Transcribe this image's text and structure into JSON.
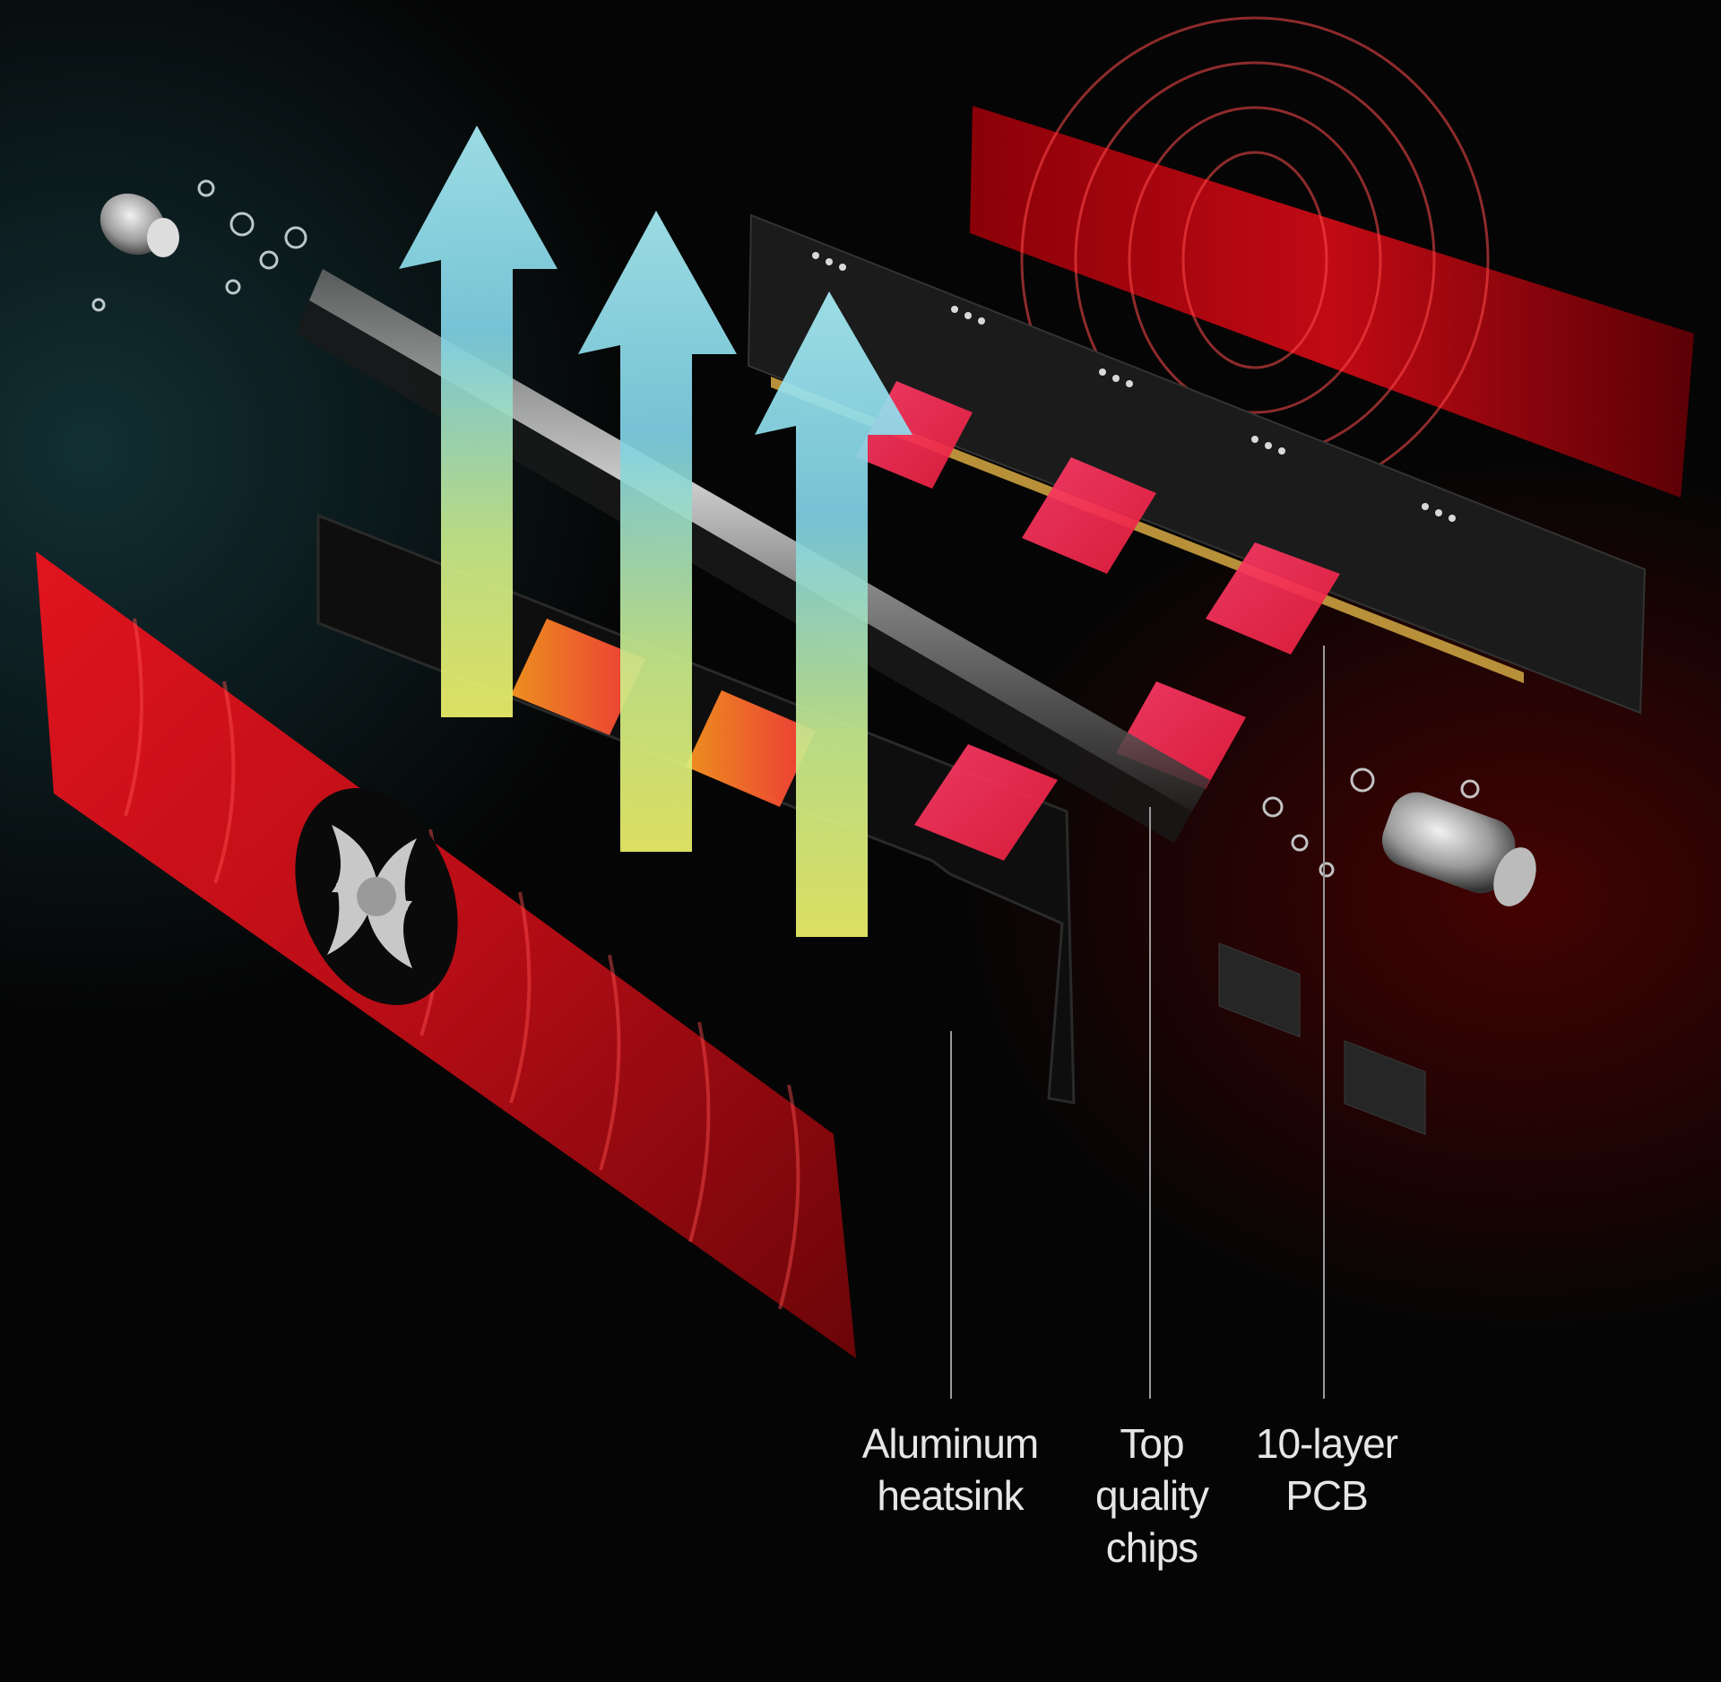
{
  "image": {
    "description": "Exploded view of red DDR4 memory module with aluminum heatsink, chips and PCB",
    "colors": {
      "background": "#050505",
      "heatsink_red": "#c4101a",
      "heat_arrow_top": "#8fe3ef",
      "heat_arrow_bottom": "#e8f06a",
      "heat_band": "#f0305a",
      "pcb": "#1b1b1b",
      "label_text": "#e6e6e6",
      "callout_line": "#9a9a9a"
    }
  },
  "callouts": [
    {
      "id": "heatsink",
      "lines": [
        "Aluminum",
        "heatsink"
      ]
    },
    {
      "id": "chips",
      "lines": [
        "Top",
        "quality",
        "chips"
      ]
    },
    {
      "id": "pcb",
      "lines": [
        "10-layer",
        "PCB"
      ]
    }
  ]
}
